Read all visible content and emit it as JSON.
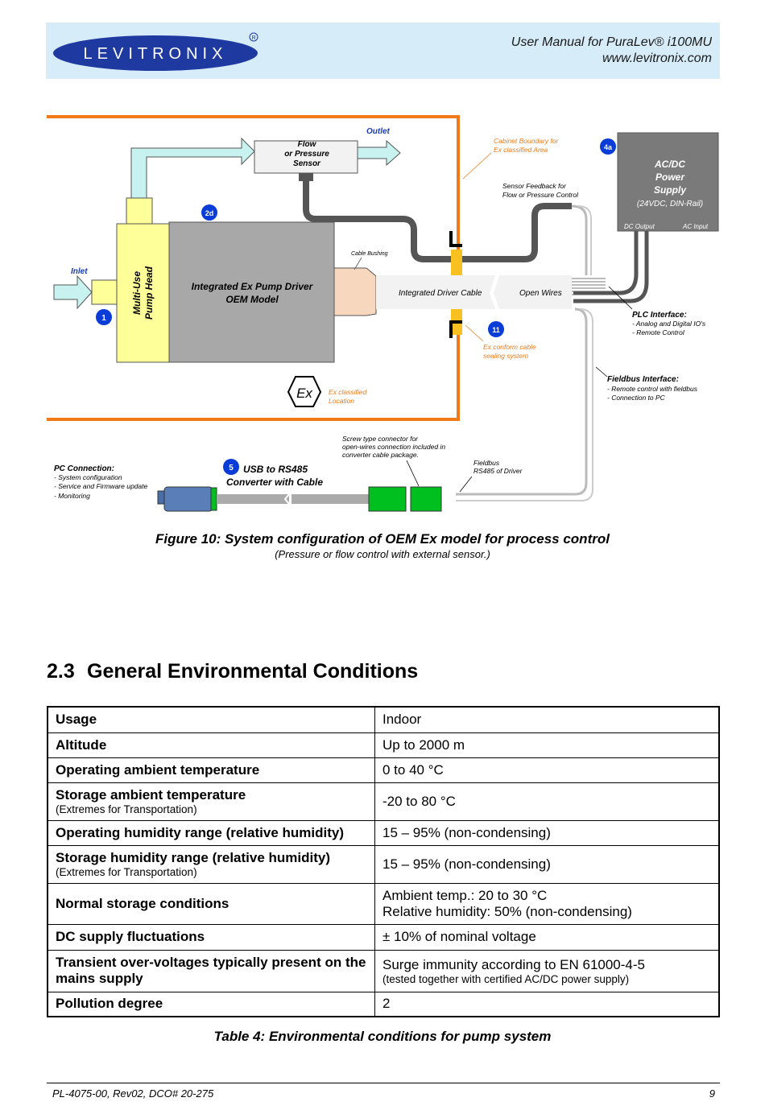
{
  "header": {
    "logo_text": "LEVITRONIX",
    "title": "User Manual for PuraLev® i100MU",
    "url": "www.levitronix.com"
  },
  "diagram": {
    "outlet": "Outlet",
    "inlet": "Inlet",
    "flow_sensor": [
      "Flow",
      "or Pressure",
      "Sensor"
    ],
    "pump_head": [
      "Multi-Use",
      "Pump Head"
    ],
    "pump_driver": [
      "Integrated Ex Pump Driver",
      "OEM Model"
    ],
    "cable_bushing": "Cable Bushing",
    "integrated_driver_cable": "Integrated Driver Cable",
    "open_wires": "Open Wires",
    "cabinet_boundary": [
      "Cabinet Boundary for",
      "Ex classified Area"
    ],
    "sensor_feedback": [
      "Sensor Feedback for",
      "Flow or Pressure Control"
    ],
    "power_supply": [
      "AC/DC",
      "Power",
      "Supply"
    ],
    "power_supply_sub": "(24VDC, DIN-Rail)",
    "dc_output": "DC Output",
    "ac_input": "AC Input",
    "plc_title": "PLC Interface:",
    "plc_items": [
      "- Analog and Digital IO's",
      "- Remote Control"
    ],
    "ex_sealing": [
      "Ex conform cable",
      "sealing system"
    ],
    "ex_location": [
      "Ex classified",
      "Location"
    ],
    "fieldbus_title": "Fieldbus Interface:",
    "fieldbus_items": [
      "- Remote control with fieldbus",
      "- Connection to PC"
    ],
    "screw_connector": [
      "Screw type connector for",
      "open-wires connection included in",
      "converter cable package."
    ],
    "fieldbus_driver": [
      "Fieldbus",
      "RS485 of Driver"
    ],
    "pc_title": "PC Connection:",
    "pc_items": [
      "- System configuration",
      "- Service and Firmware update",
      "- Monitoring"
    ],
    "usb_converter": [
      "USB to RS485",
      "Converter with Cable"
    ],
    "badges": {
      "b1": "1",
      "b2d": "2d",
      "b4a": "4a",
      "b5": "5",
      "b11": "11"
    },
    "colors": {
      "orange": "#f07a1a",
      "cyan_pipe": "#c8f2ef",
      "yellow": "#ffff99",
      "grey_box": "#a8a8a8",
      "badge_blue": "#0a3cd8",
      "green": "#00c020"
    }
  },
  "figure_caption": "Figure 10: System configuration of OEM Ex model for process control",
  "figure_subcaption": "(Pressure or flow control with external sensor.)",
  "section": {
    "number": "2.3",
    "title": "General Environmental Conditions"
  },
  "table": [
    {
      "label": "Usage",
      "value": "Indoor"
    },
    {
      "label": "Altitude",
      "value": "Up to 2000 m"
    },
    {
      "label": "Operating ambient temperature",
      "value": "0 to 40 °C"
    },
    {
      "label": "Storage ambient temperature",
      "sub": "(Extremes for Transportation)",
      "value": "-20 to 80 °C"
    },
    {
      "label": "Operating humidity range (relative humidity)",
      "value": "15 – 95% (non-condensing)"
    },
    {
      "label": "Storage humidity range (relative humidity)",
      "sub": "(Extremes for Transportation)",
      "value": "15 – 95% (non-condensing)"
    },
    {
      "label": "Normal storage conditions",
      "value": "Ambient temp.: 20 to 30 °C",
      "value2": "Relative humidity: 50% (non-condensing)"
    },
    {
      "label": "DC supply fluctuations",
      "value": "± 10% of nominal voltage"
    },
    {
      "label": "Transient over-voltages typically present on the mains supply",
      "value": "Surge immunity according to EN 61000-4-5",
      "note": "(tested together with certified AC/DC power supply)"
    },
    {
      "label": "Pollution degree",
      "value": "2"
    }
  ],
  "table_caption": "Table 4: Environmental conditions for pump system",
  "footer": {
    "doc_id": "PL-4075-00, Rev02, DCO# 20-275",
    "page": "9"
  }
}
